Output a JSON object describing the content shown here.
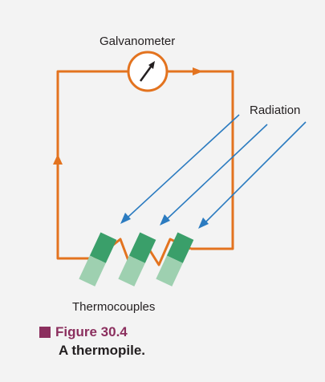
{
  "diagram": {
    "galvanometer_label": "Galvanometer",
    "radiation_label": "Radiation",
    "thermocouples_label": "Thermocouples",
    "icons": [
      "galvanometer-icon",
      "radiation-arrow-icon",
      "current-arrow-icon",
      "thermocouple-icon"
    ]
  },
  "caption": {
    "figure_number": "Figure 30.4",
    "description": "A thermopile."
  },
  "colors": {
    "wire": "#e3731f",
    "radiation": "#2b7bc0",
    "thermocouple_dark": "#3a9f6a",
    "thermocouple_light": "#9ed0b0",
    "caption_accent": "#8b2f5e",
    "background": "#f3f3f3"
  }
}
